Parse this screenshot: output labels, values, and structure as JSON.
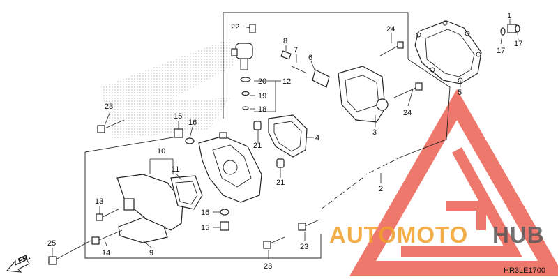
{
  "diagram_code": "HR3LE1700",
  "watermark": {
    "brand_left": "AUTOMOTO",
    "brand_right": "HUB",
    "color_red": "#e94b3c",
    "color_orange": "#f2a12a",
    "color_gray": "#5a5a5a"
  },
  "front_arrow": "FR.",
  "callouts": [
    {
      "id": "c1",
      "label": "1"
    },
    {
      "id": "c17a",
      "label": "17"
    },
    {
      "id": "c17b",
      "label": "17"
    },
    {
      "id": "c5",
      "label": "5"
    },
    {
      "id": "c24a",
      "label": "24"
    },
    {
      "id": "c24b",
      "label": "24"
    },
    {
      "id": "c3",
      "label": "3"
    },
    {
      "id": "c2",
      "label": "2"
    },
    {
      "id": "c22",
      "label": "22"
    },
    {
      "id": "c8",
      "label": "8"
    },
    {
      "id": "c7",
      "label": "7"
    },
    {
      "id": "c6",
      "label": "6"
    },
    {
      "id": "c20",
      "label": "20"
    },
    {
      "id": "c12",
      "label": "12"
    },
    {
      "id": "c19",
      "label": "19"
    },
    {
      "id": "c18",
      "label": "18"
    },
    {
      "id": "c4",
      "label": "4"
    },
    {
      "id": "c21a",
      "label": "21"
    },
    {
      "id": "c21b",
      "label": "21"
    },
    {
      "id": "c23a",
      "label": "23"
    },
    {
      "id": "c15a",
      "label": "15"
    },
    {
      "id": "c16a",
      "label": "16"
    },
    {
      "id": "c10",
      "label": "10"
    },
    {
      "id": "c11",
      "label": "11"
    },
    {
      "id": "c13",
      "label": "13"
    },
    {
      "id": "c14",
      "label": "14"
    },
    {
      "id": "c9",
      "label": "9"
    },
    {
      "id": "c25",
      "label": "25"
    },
    {
      "id": "c16b",
      "label": "16"
    },
    {
      "id": "c15b",
      "label": "15"
    },
    {
      "id": "c23b",
      "label": "23"
    },
    {
      "id": "c23c",
      "label": "23"
    }
  ]
}
